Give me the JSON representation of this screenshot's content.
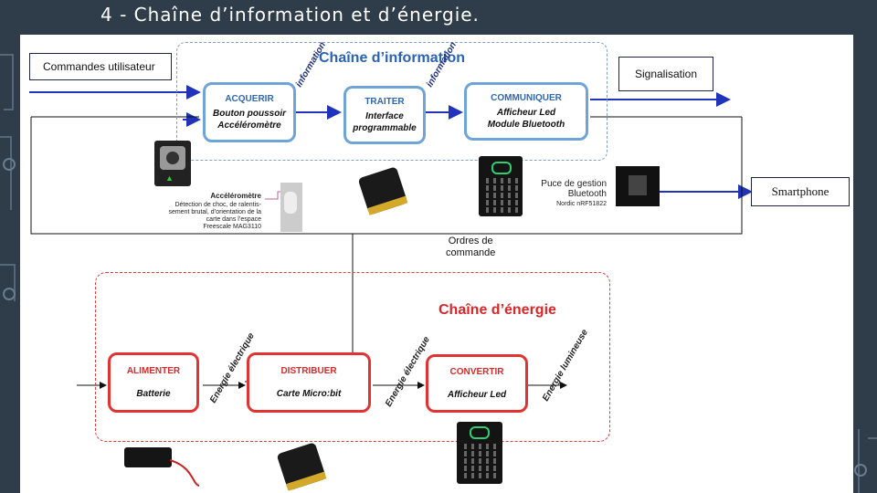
{
  "slide": {
    "title": "4 - Chaîne d’information et d’énergie."
  },
  "info_chain": {
    "title": "Chaîne d’information",
    "commandes": "Commandes utilisateur",
    "signalisation": "Signalisation",
    "acquerir": {
      "title": "ACQUERIR",
      "lines": [
        "Bouton poussoir",
        "Accéléromètre"
      ]
    },
    "traiter": {
      "title": "TRAITER",
      "lines": [
        "Interface",
        "programmable"
      ]
    },
    "communiquer": {
      "title": "COMMUNIQUER",
      "lines": [
        "Afficheur Led",
        "Module Bluetooth"
      ]
    },
    "flow_label_1": "information",
    "flow_label_2": "information",
    "accel_label": "Accéléromètre",
    "accel_desc": [
      "Détection de choc, de ralentis-",
      "sement brutal, d’orientation de la",
      "carte dans l’espace",
      "Freescale MAG3110"
    ],
    "bt_label": [
      "Puce de gestion",
      "Bluetooth"
    ],
    "bt_chip": "Nordic nRF51822",
    "smartphone": "Smartphone",
    "ordres": [
      "Ordres de",
      "commande"
    ]
  },
  "energy_chain": {
    "title": "Chaîne d’énergie",
    "alimenter": {
      "title": "ALIMENTER",
      "line": "Batterie"
    },
    "distribuer": {
      "title": "DISTRIBUER",
      "line": "Carte Micro:bit"
    },
    "convertir": {
      "title": "CONVERTIR",
      "line": "Afficheur Led"
    },
    "flow_label_1": "Energie électrique",
    "flow_label_2": "Energie électrique",
    "flow_label_3": "Energie lumineuse"
  },
  "colors": {
    "info_accent": "#2f67b0",
    "energy_accent": "#d52a2a",
    "arrow_blue": "#2233bb"
  }
}
